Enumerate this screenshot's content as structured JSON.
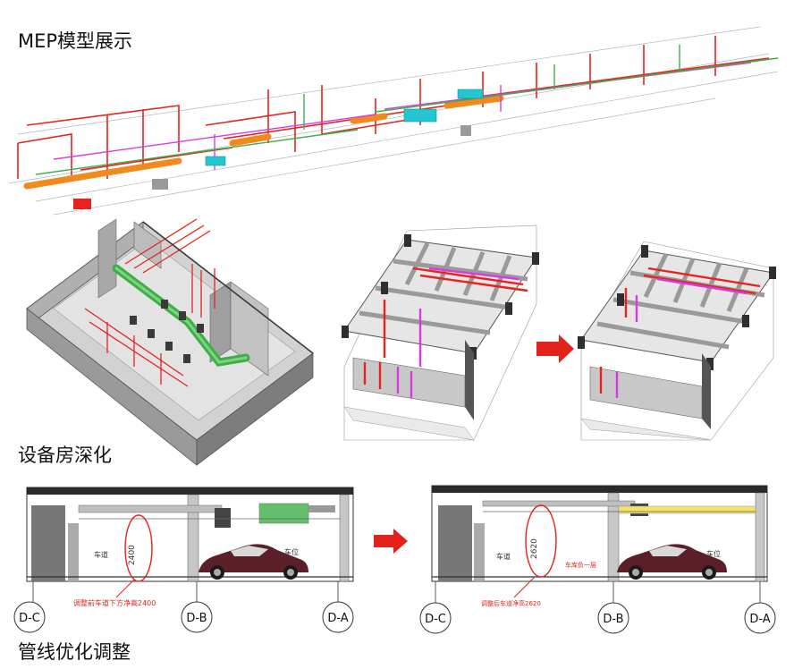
{
  "headings": {
    "mep_model": "MEP模型展示",
    "equipment_room": "设备房深化",
    "pipeline_opt": "管线优化调整"
  },
  "section_before": {
    "axis_left": "D-C",
    "axis_mid": "D-B",
    "axis_right": "D-A",
    "lane_label": "车道",
    "parking_label": "车位",
    "height_value": "2400",
    "note": "调整前车道下方净高2400"
  },
  "section_after": {
    "axis_left": "D-C",
    "axis_mid": "D-B",
    "axis_right": "D-A",
    "lane_label": "车道",
    "parking_label": "车位",
    "height_value": "2620",
    "side_note": "车库负一层",
    "note": "调整后车道净高2620"
  },
  "colors": {
    "pipe_red": "#e8231f",
    "pipe_orange": "#f08a1c",
    "pipe_magenta": "#d93be0",
    "pipe_green": "#3fae49",
    "duct_cyan": "#24c6d2",
    "arrow_red": "#e3231b",
    "wall_gray": "#8c8c8c",
    "car_body": "#5b1f2a"
  },
  "icons": {
    "transition_arrow_1": "right-arrow-icon",
    "transition_arrow_2": "right-arrow-icon"
  }
}
